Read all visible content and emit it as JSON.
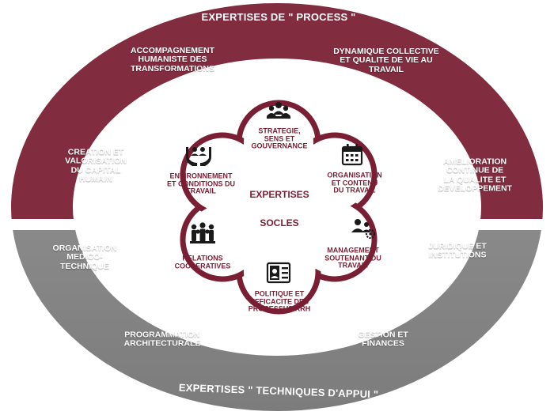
{
  "diagram": {
    "top_title": "EXPERTISES DE \" PROCESS \"",
    "bottom_title": "EXPERTISES \" TECHNIQUES D'APPUI \"",
    "center": {
      "line1": "EXPERTISES",
      "line2": "SOCLES"
    },
    "process_items": [
      "ACCOMPAGNEMENT\nHUMANISTE DES\nTRANSFORMATIONS",
      "DYNAMIQUE COLLECTIVE\nET QUALITE DE VIE AU\nTRAVAIL",
      "CREATION ET\nVALORISATION\nDU CAPITAL\nHUMAIN",
      "AMELIORATION\nCONTINUE DE\nLA QUALITE ET\nDEVELOPPEMENT"
    ],
    "support_items": [
      "ORGANISATION\nMEDICO-\nTECHNIQUE",
      "JURIDIQUE ET\nINSTITUTIONS",
      "PROGRAMMATION\nARCHITECTURALE",
      "GESTION ET\nFINANCES"
    ],
    "petals": [
      {
        "label": "STRATEGIE,\nSENS ET\nGOUVERNANCE",
        "icon": "team-icon"
      },
      {
        "label": "ORGANISATION\nET CONTENU\nDU TRAVAIL",
        "icon": "calendar-icon"
      },
      {
        "label": "MANAGEMENT\nSOUTENANT DU\nTRAVAIL",
        "icon": "manager-gear-icon"
      },
      {
        "label": "POLITIQUE ET\nEFFICACITE DES\nPROCESSUS RRH",
        "icon": "id-card-icon"
      },
      {
        "label": "RELATIONS\nCOOPERATIVES",
        "icon": "group-icon"
      },
      {
        "label": "ENVIRONNEMENT\nET CONDITIONS DU\nTRAVAIL",
        "icon": "hands-people-icon"
      }
    ],
    "colors": {
      "process_ring": "#822c3f",
      "support_ring": "#8a8a8a",
      "petal_fill": "#ffffff",
      "petal_border": "#7a1f33",
      "text_dark": "#7a1f33"
    }
  }
}
